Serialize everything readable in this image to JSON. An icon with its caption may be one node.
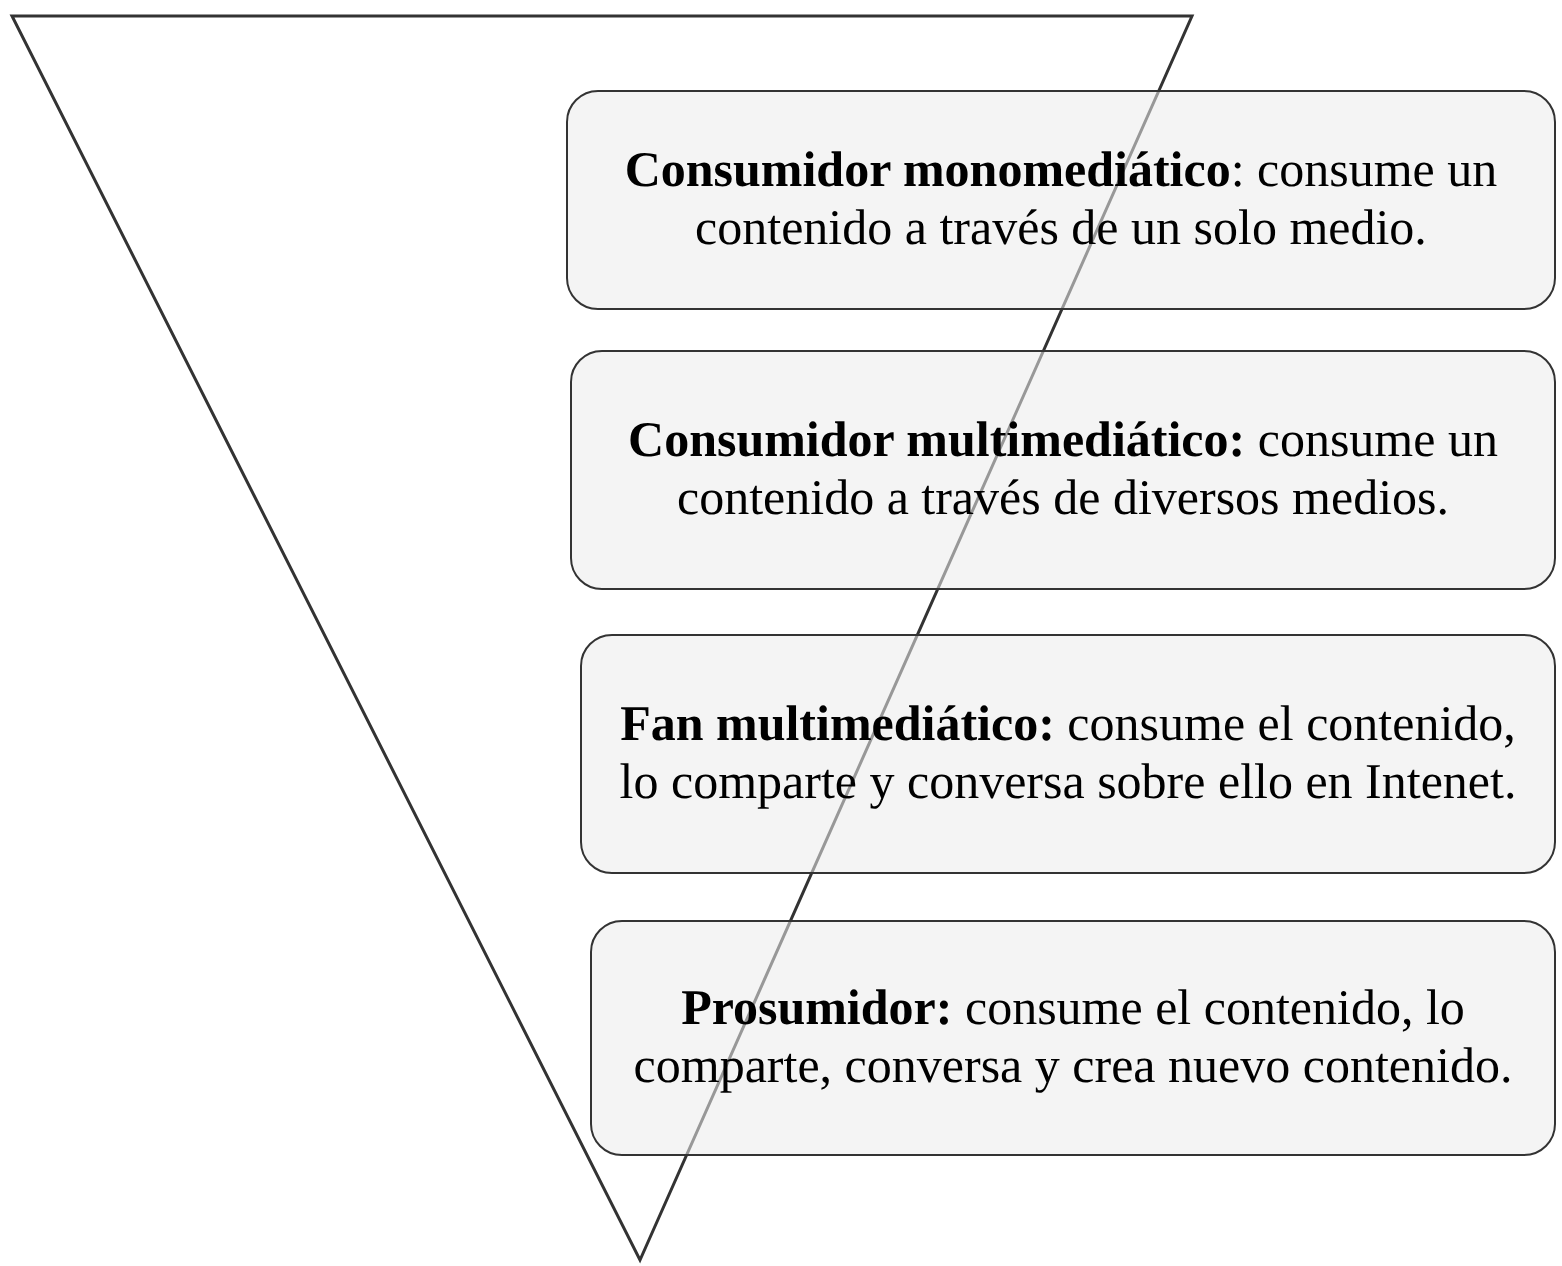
{
  "diagram": {
    "nodes": [
      {
        "text": [
          "**Consumidor monomediático**: consume un contenido a través de un solo medio."
        ]
      },
      {
        "text": [
          "**Consumidor multimediático:** consume un contenido a través de diversos medios."
        ]
      },
      {
        "text": [
          "**Fan multimediático:** consume el contenido, lo comparte y conversa sobre ello en Intenet."
        ]
      },
      {
        "text": [
          "**Prosumidor:** consume el contenido, lo comparte, conversa y crea nuevo contenido."
        ]
      }
    ]
  }
}
